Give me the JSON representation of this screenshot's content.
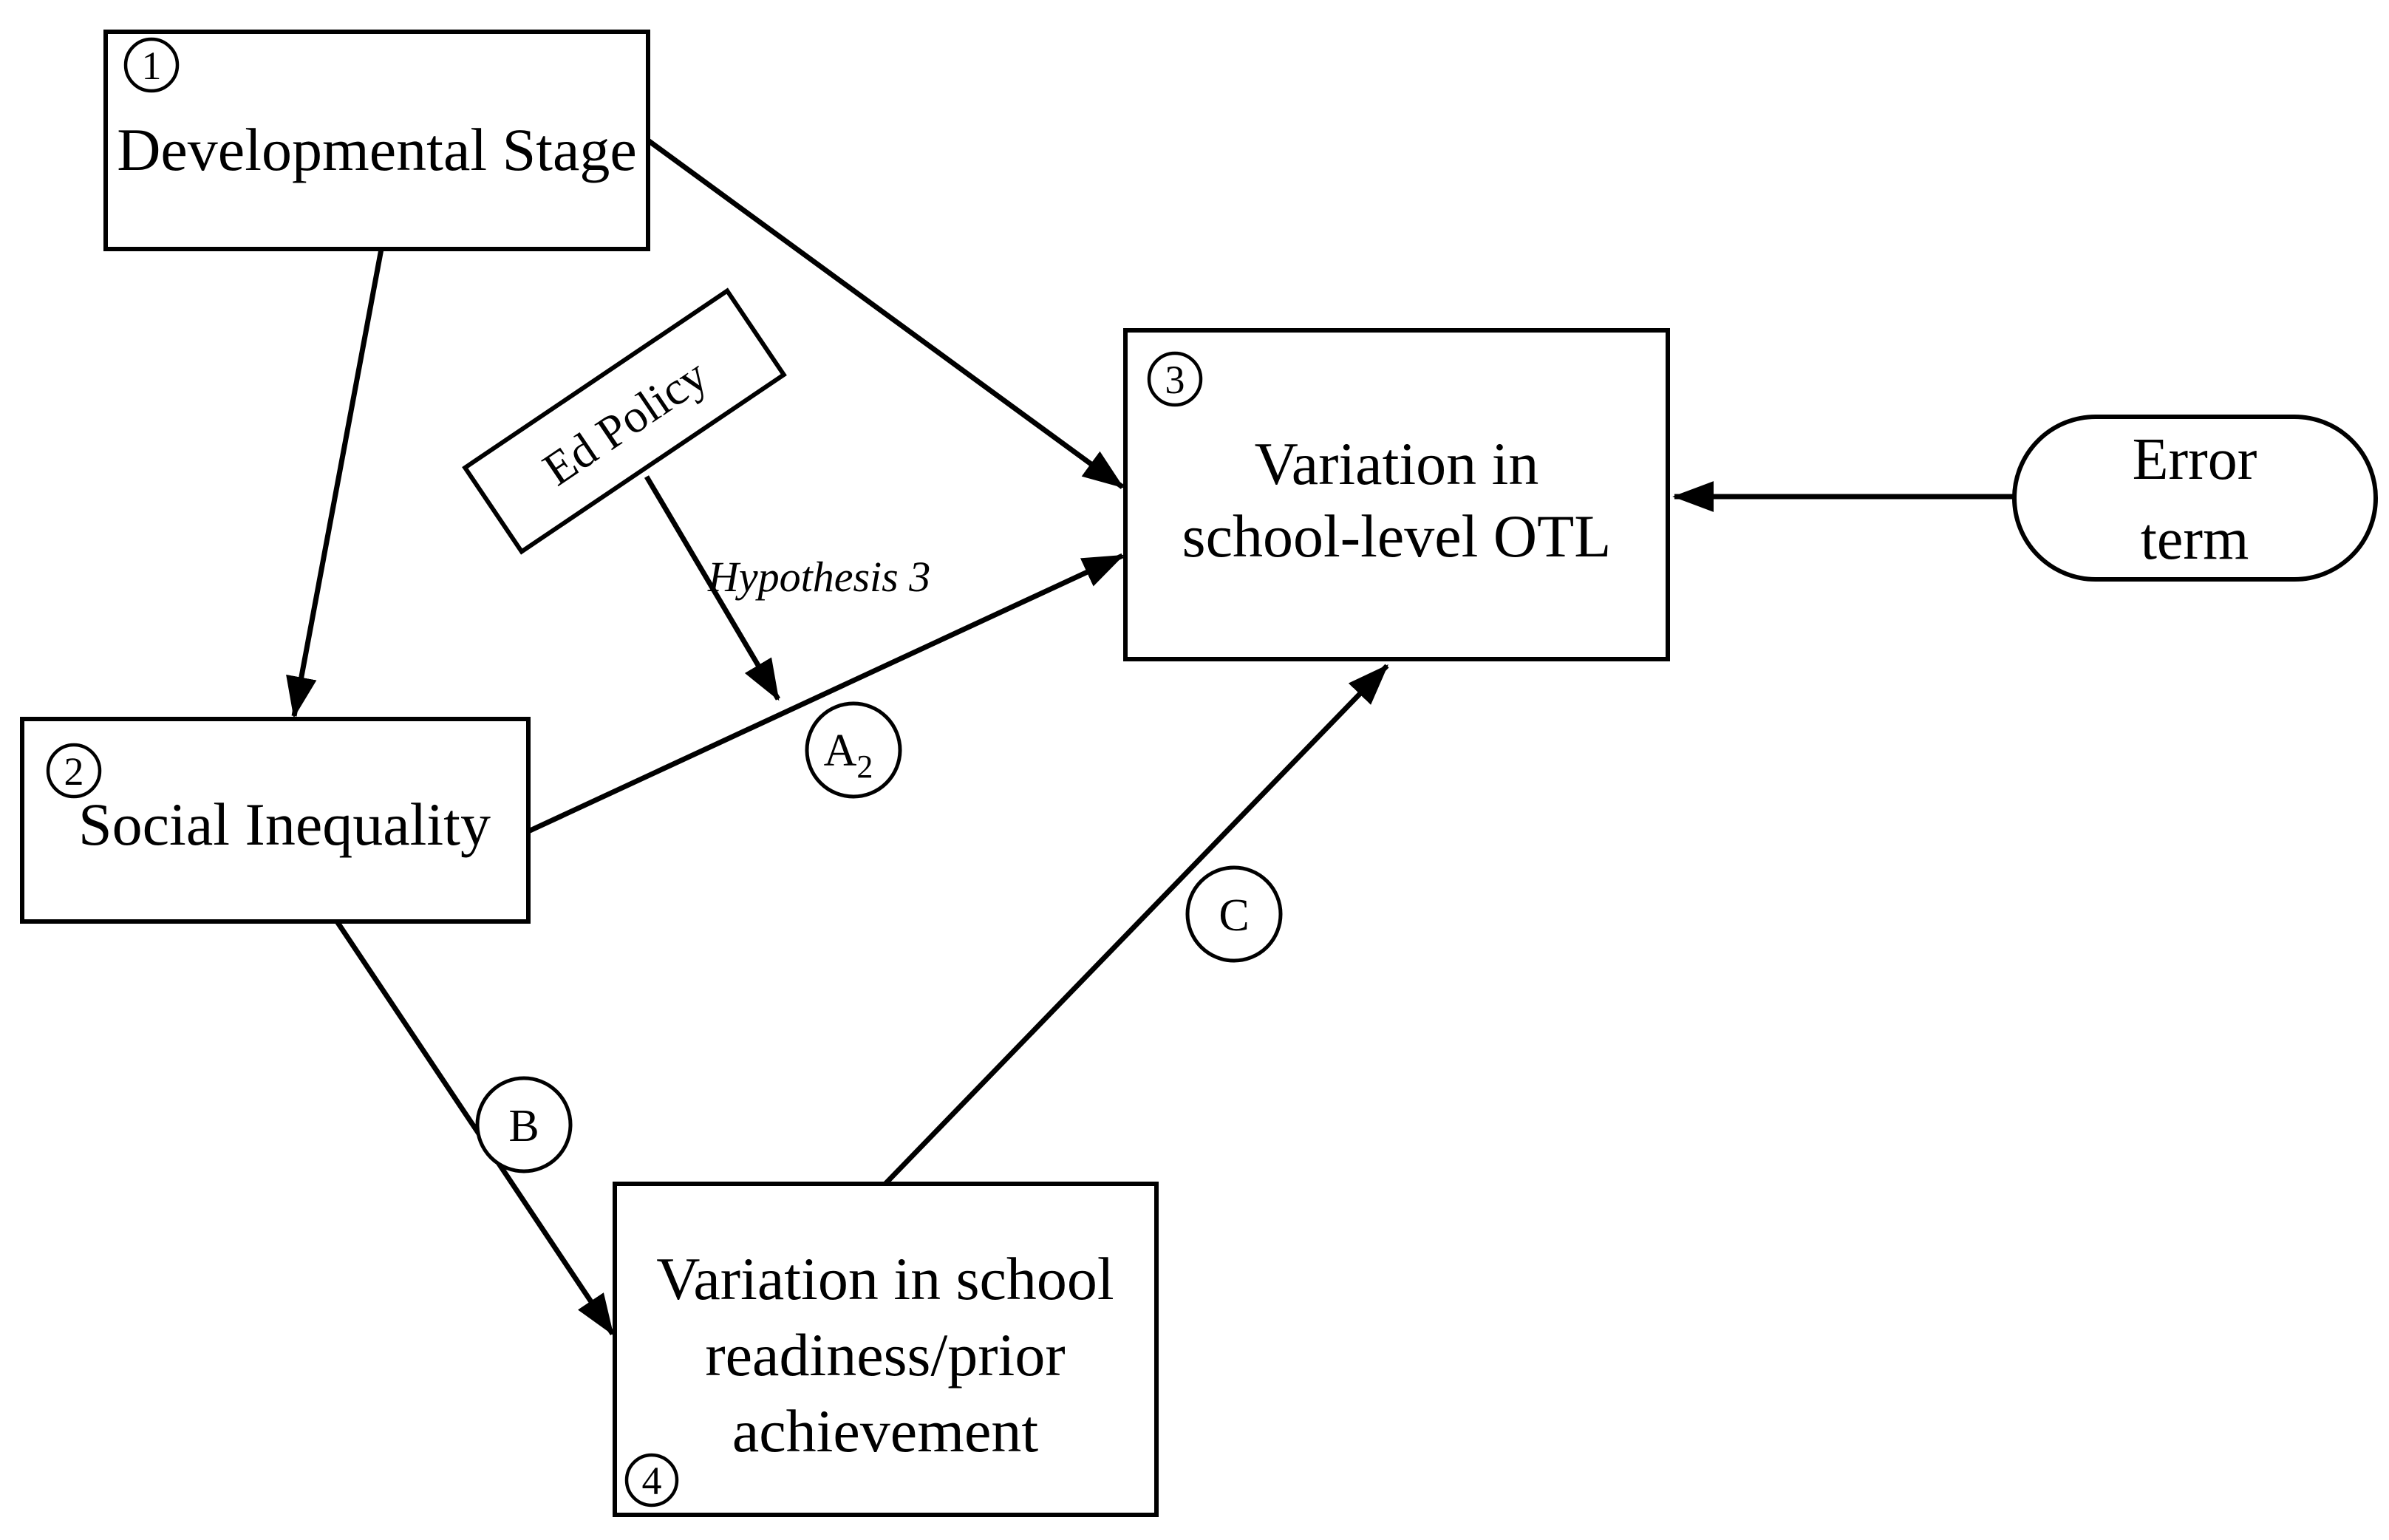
{
  "figure": {
    "background": "#ffffff",
    "line_color": "#000000",
    "box_fill": "#ffffff"
  },
  "nodes": {
    "developmental_stage": {
      "number": "1",
      "label": "Developmental Stage"
    },
    "social_inequality": {
      "number": "2",
      "label": "Social Inequality"
    },
    "school_level_otl": {
      "number": "3",
      "label_line1": "Variation in",
      "label_line2": "school-level OTL"
    },
    "school_readiness": {
      "number": "4",
      "label_line1": "Variation in school",
      "label_line2": "readiness/prior",
      "label_line3": "achievement"
    },
    "ed_policy": {
      "label": "Ed Policy"
    },
    "error_term": {
      "label_line1": "Error",
      "label_line2": "term"
    }
  },
  "path_labels": {
    "hypothesis": "Hypothesis 3",
    "a_letter": "A",
    "a_subscript": "2",
    "b": "B",
    "c": "C"
  }
}
